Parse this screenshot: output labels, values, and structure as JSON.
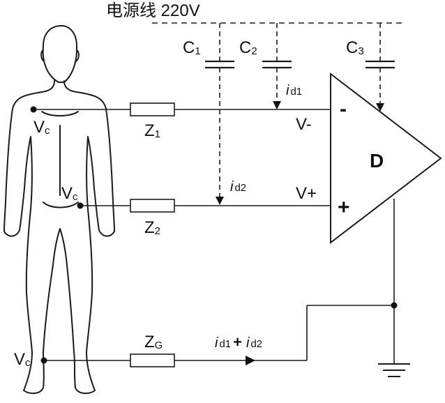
{
  "header": {
    "power_line": "电源线 220V"
  },
  "capacitors": [
    {
      "main": "C",
      "sub": "1"
    },
    {
      "main": "C",
      "sub": "2"
    },
    {
      "main": "C",
      "sub": "3"
    }
  ],
  "currents": {
    "id1": {
      "main": "i",
      "sub": "d1"
    },
    "id2": {
      "main": "i",
      "sub": "d2"
    },
    "sum_a": {
      "main": "i",
      "sub": "d1"
    },
    "plus": "+",
    "sum_b": {
      "main": "i",
      "sub": "d2"
    }
  },
  "impedances": [
    {
      "main": "Z",
      "sub": "1"
    },
    {
      "main": "Z",
      "sub": "2"
    },
    {
      "main": "Z",
      "sub": "G"
    }
  ],
  "nodes": {
    "vc_main": "V",
    "vc_sub": "c"
  },
  "amplifier": {
    "name": "D",
    "minus_sign": "-",
    "plus_sign": "+",
    "vminus": "V-",
    "vplus": "V+"
  }
}
